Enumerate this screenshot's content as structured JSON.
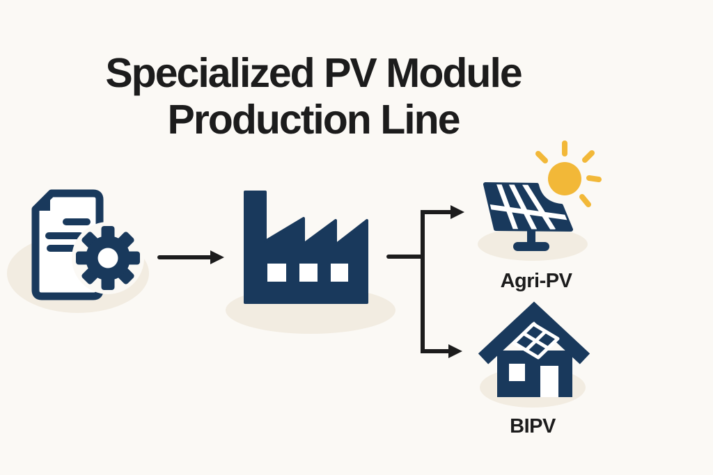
{
  "title": {
    "line1": "Specialized PV Module",
    "line2": "Production Line"
  },
  "diagram": {
    "nodes": [
      {
        "id": "spec-doc",
        "icon": "document-gear-icon",
        "label": ""
      },
      {
        "id": "factory",
        "icon": "factory-icon",
        "label": ""
      },
      {
        "id": "agri-pv",
        "icon": "solar-panel-sun-icon",
        "label": "Agri-PV"
      },
      {
        "id": "bipv",
        "icon": "house-solar-icon",
        "label": "BIPV"
      }
    ],
    "edges": [
      {
        "from": "spec-doc",
        "to": "factory"
      },
      {
        "from": "factory",
        "to": "agri-pv"
      },
      {
        "from": "factory",
        "to": "bipv"
      }
    ]
  },
  "colors": {
    "background": "#fbf9f5",
    "icon_navy": "#19395c",
    "shadow_beige": "#f2ece1",
    "sun_yellow": "#f2b838",
    "arrow_black": "#1c1c1c",
    "text_black": "#1c1c1c"
  }
}
